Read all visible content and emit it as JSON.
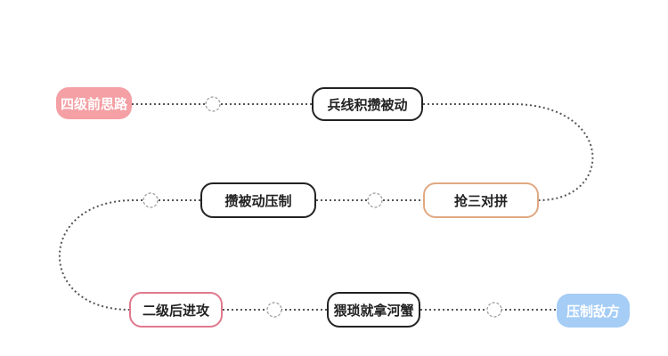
{
  "nodes": {
    "start": {
      "label": "四级前思路",
      "fill": "#f4a0a5"
    },
    "n1": {
      "label": "兵线积攒被动",
      "border": "#222222"
    },
    "n2": {
      "label": "抢三对拼",
      "border": "#e0a982"
    },
    "n3": {
      "label": "攒被动压制",
      "border": "#222222"
    },
    "n4": {
      "label": "二级后进攻",
      "border": "#e0788c"
    },
    "n5": {
      "label": "猥琐就拿河蟹",
      "border": "#222222"
    },
    "end": {
      "label": "压制敌方",
      "fill": "#a5cdf6"
    }
  },
  "colors": {
    "connector": "#555555",
    "joint_stroke": "#999999"
  }
}
